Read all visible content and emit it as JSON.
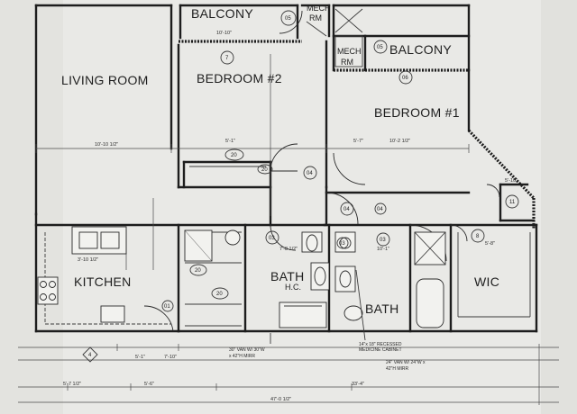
{
  "rooms": {
    "living_room": "LIVING ROOM",
    "bedroom_2": "BEDROOM #2",
    "bedroom_1": "BEDROOM #1",
    "balcony_1": "BALCONY",
    "balcony_2": "BALCONY",
    "kitchen": "KITCHEN",
    "bath_hc": "BATH",
    "bath_hc_sub": "H.C.",
    "bath_2": "BATH",
    "wic": "WIC",
    "mech": "MECH",
    "mech_sub": "RM",
    "mech_top": "MECH",
    "mech_top_sub": "RM"
  },
  "tags": [
    "05",
    "7",
    "05",
    "06",
    "20",
    "04",
    "20",
    "04",
    "04",
    "03",
    "03",
    "03",
    "11",
    "8",
    "20",
    "20",
    "01",
    "4"
  ],
  "dimensions": {
    "living_bed2": "10'-10 1/2\"",
    "bed2_bed1": "10'-2 1/2\"",
    "bed2_w": "5'-1\"",
    "bed1_w": "5'-7\"",
    "bath_w": "7'-8 1/2\"",
    "bath2_w": "10'-1\"",
    "kitchen_w": "3'-10 1/2\"",
    "bed2_top": "10'-10\"",
    "bottom_1": "5'-1\"",
    "bottom_2": "7'-10\"",
    "bottom_3": "5'-6\"",
    "bottom_4": "33'-4\"",
    "bottom_total": "47'-0 1/2\"",
    "left_1": "5'-7 1/2\"",
    "wic_top": "5'-10\"",
    "wic_side": "5'-8\""
  },
  "notes": {
    "hc_vanity": "30\" VAN W/ 30\"W",
    "hc_vanity_2": "x 42\"H MIRR",
    "med_cabinet": "14\"x 18\" RECESSED",
    "med_cabinet_2": "MEDICINE CABINET",
    "bath_vanity": "24\" VAN W/ 24\"W x",
    "bath_vanity_2": "42\"H MIRR"
  }
}
